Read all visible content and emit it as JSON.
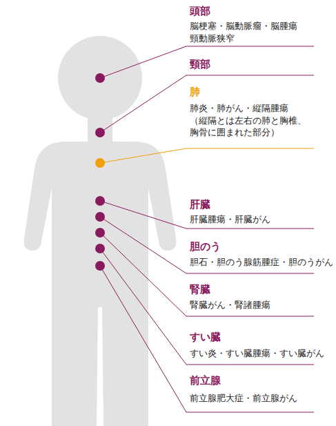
{
  "diagram": {
    "labels": [
      "頭部",
      "脳梗塞・脳動脈瘤・脳腫瘍 頸動脈狭窄",
      "頸部",
      "肺",
      "肺炎・肺がん・縦隔腫瘍 （縦隔とは左右の肺と胸椎、 胸骨に囲まれた部分）",
      "肝臓",
      "肝臓腫瘍・肝臓がん",
      "胆のう",
      "胆石・胆のう腺筋腫症・胆のうがん",
      "腎臓",
      "腎臓がん・腎諸腫瘍",
      "すい臓",
      "すい炎・すい臓腫瘍・すい臓がん",
      "前立腺",
      "前立腺肥大症・前立腺がん"
    ]
  }
}
